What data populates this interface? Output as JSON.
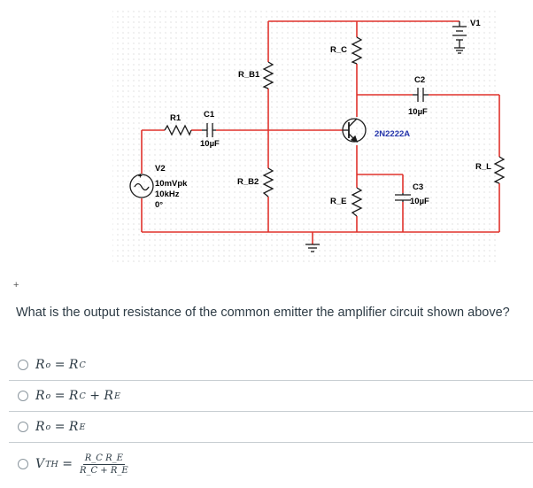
{
  "circuit": {
    "source_label": "V2",
    "source_amplitude": "10mVpk",
    "source_frequency": "10kHz",
    "source_phase": "0°",
    "r1": "R1",
    "c1": "C1",
    "c1_value": "10µF",
    "rb1": "R_B1",
    "rb2": "R_B2",
    "rc": "R_C",
    "re": "R_E",
    "c2": "C2",
    "c2_value": "10µF",
    "c3": "C3",
    "c3_value": "10µF",
    "transistor": "2N2222A",
    "rl": "R_L",
    "supply": "V1",
    "source_plus": "+",
    "wire_color": "#e0322c"
  },
  "question": {
    "marker": "+",
    "text": "What is the output resistance of the common emitter the amplifier circuit shown above?"
  },
  "options": [
    {
      "lhs": "R",
      "lhs_sub": "o",
      "op": "=",
      "terms": [
        {
          "sym": "R",
          "sub": "C"
        }
      ]
    },
    {
      "lhs": "R",
      "lhs_sub": "o",
      "op": "=",
      "terms": [
        {
          "sym": "R",
          "sub": "C"
        },
        {
          "sym": "R",
          "sub": "E"
        }
      ]
    },
    {
      "lhs": "R",
      "lhs_sub": "o",
      "op": "=",
      "terms": [
        {
          "sym": "R",
          "sub": "E"
        }
      ]
    },
    {
      "lhs": "V",
      "lhs_sub": "TH",
      "op": "=",
      "frac_num": "R_C R_E",
      "frac_den": "R_C + R_E"
    }
  ],
  "plus_sign": "+"
}
